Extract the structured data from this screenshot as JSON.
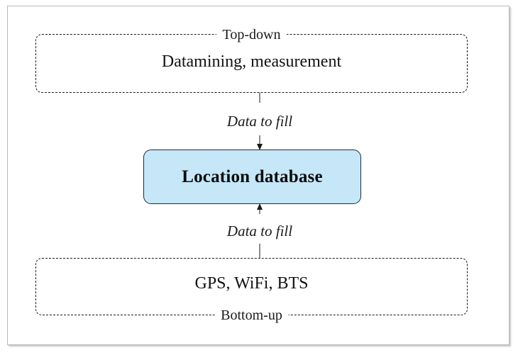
{
  "figure": {
    "background_color": "#ffffff",
    "frame_color": "#b9b9bd"
  },
  "diagram": {
    "type": "flow-diagram",
    "orientation": "vertical",
    "nodes": [
      {
        "id": "top-group",
        "role": "dashed-group",
        "border_label": "Top-down",
        "content": "Datamining, measurement",
        "border_style": "dashed",
        "fill": "none"
      },
      {
        "id": "database",
        "role": "process-node",
        "label": "Location database",
        "fill_color": "#c5e7f7",
        "border_color": "#1b2c3a",
        "shape": "rounded-rectangle"
      },
      {
        "id": "bottom-group",
        "role": "dashed-group",
        "border_label": "Bottom-up",
        "content": "GPS, WiFi, BTS",
        "border_style": "dashed",
        "fill": "none"
      }
    ],
    "edges": [
      {
        "id": "edge-top",
        "from": "top-group",
        "to": "database",
        "label": "Data to fill",
        "direction": "down",
        "arrowhead": "arrow-down-icon"
      },
      {
        "id": "edge-bottom",
        "from": "bottom-group",
        "to": "database",
        "label": "Data to fill",
        "direction": "up",
        "arrowhead": "arrow-up-icon"
      }
    ]
  }
}
